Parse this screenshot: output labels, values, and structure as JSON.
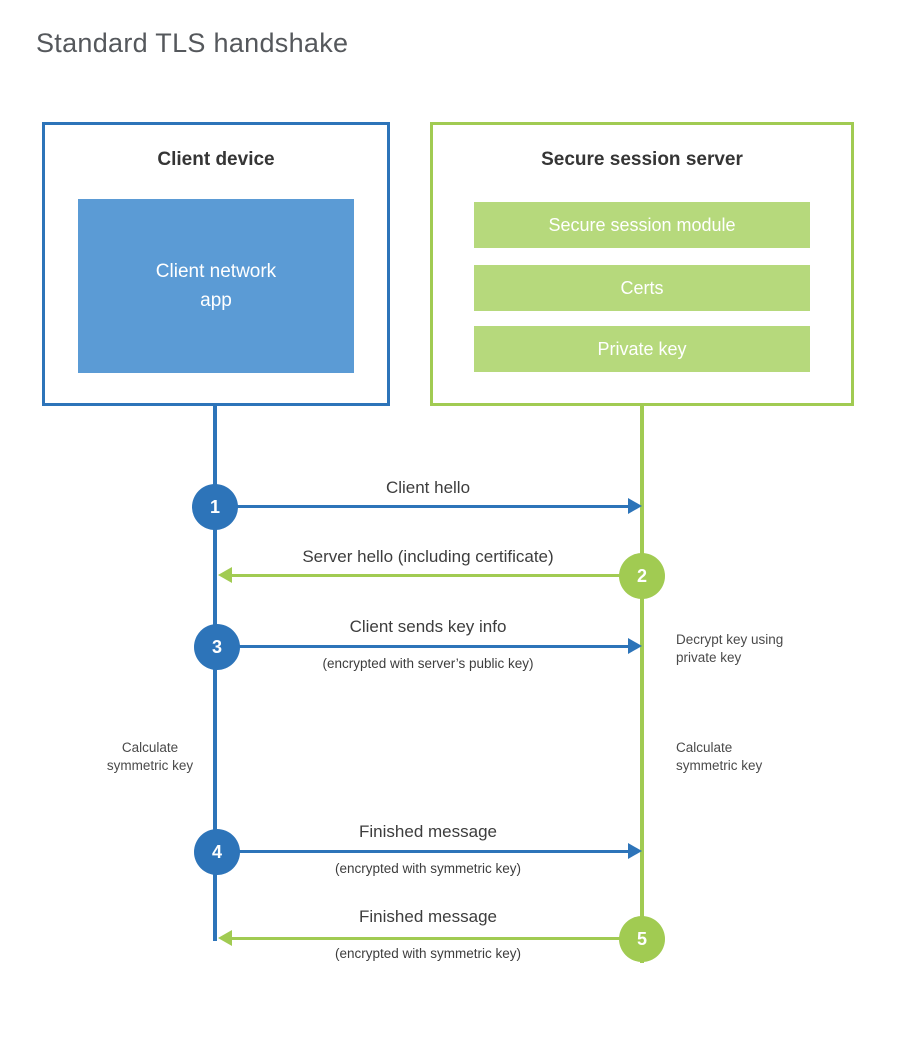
{
  "title": "Standard TLS handshake",
  "client": {
    "title": "Client device",
    "app_label": "Client network\napp"
  },
  "server": {
    "title": "Secure session server",
    "modules": [
      "Secure session module",
      "Certs",
      "Private key"
    ]
  },
  "steps": [
    {
      "num": "1",
      "label": "Client hello",
      "sub": ""
    },
    {
      "num": "2",
      "label": "Server hello (including certificate)",
      "sub": ""
    },
    {
      "num": "3",
      "label": "Client sends key info",
      "sub": "(encrypted with server’s public key)"
    },
    {
      "num": "4",
      "label": "Finished message",
      "sub": "(encrypted with symmetric key)"
    },
    {
      "num": "5",
      "label": "Finished message",
      "sub": "(encrypted with symmetric key)"
    }
  ],
  "notes": {
    "decrypt_key": "Decrypt key using\nprivate key",
    "calc_left": "Calculate\nsymmetric key",
    "calc_right": "Calculate\nsymmetric key"
  },
  "colors": {
    "blue": "#2d74b9",
    "light_blue": "#5b9bd5",
    "green": "#a1cb52",
    "green_bar": "#b6d97c"
  }
}
